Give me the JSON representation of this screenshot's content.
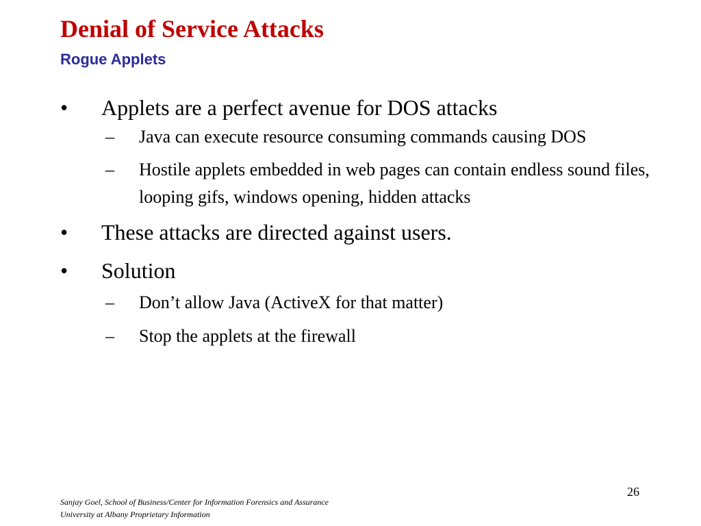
{
  "slide": {
    "title": "Denial of Service Attacks",
    "subtitle": "Rogue Applets",
    "colors": {
      "title": "#c00000",
      "subtitle": "#2b2b9a",
      "body": "#000000"
    },
    "bullet_marker": "•",
    "dash_marker": "–",
    "bullets": [
      {
        "text": "Applets are a perfect avenue for DOS attacks",
        "subs": [
          "Java can execute resource consuming commands causing DOS",
          "Hostile applets embedded in web pages can contain endless sound files, looping gifs, windows opening, hidden attacks"
        ]
      },
      {
        "text": "These attacks are directed against users.",
        "subs": []
      },
      {
        "text": "Solution",
        "subs": [
          "Don’t allow Java (ActiveX for that matter)",
          "Stop the applets at the firewall"
        ]
      }
    ],
    "page_number": "26",
    "footer": {
      "line1": "Sanjay Goel, School of Business/Center for Information Forensics and Assurance",
      "line2": "University at Albany Proprietary Information"
    }
  }
}
